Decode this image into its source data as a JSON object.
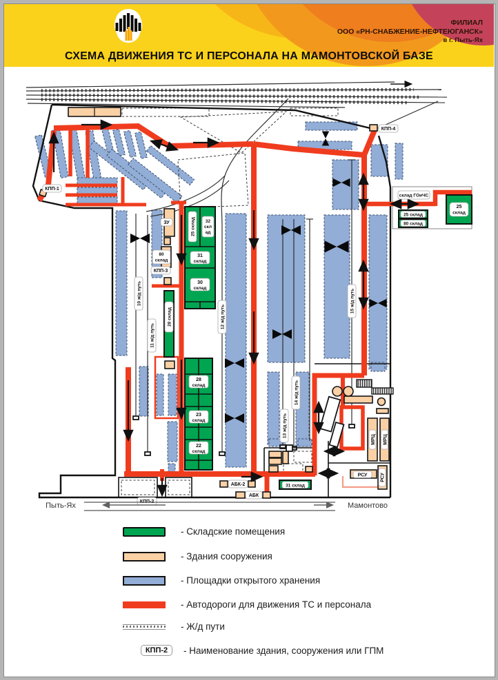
{
  "header": {
    "branch_line1": "ФИЛИАЛ",
    "branch_line2": "ООО «РН-СНАБЖЕНИЕ-НЕФТЕЮГАНСК»",
    "branch_line3": "в г. Пыть-Ях",
    "title": "СХЕМА ДВИЖЕНИЯ ТС И ПЕРСОНАЛА НА МАМОНТОВСКОЙ БАЗЕ",
    "logo": "rosneft-emblem"
  },
  "map": {
    "words": {
      "sklad": "склад"
    },
    "labels": {
      "kpp1": "КПП-1",
      "kpp2": "КПП-2",
      "kpp3": "КПП-3",
      "kpp4": "КПП-4",
      "zu": "ЗУ",
      "gochs": "склад ГОиЧС",
      "tag25": "25 склад",
      "tag80": "80 склад",
      "tag31": "31 склад",
      "w25_rot": "25 склад",
      "w28_rot": "28 склад",
      "w32_l1": "32",
      "w32_l2": "скл",
      "w32_l3": "ад",
      "n31": "31",
      "n30": "30",
      "n28": "28",
      "n23": "23",
      "n22": "22",
      "n25": "25",
      "n80": "80",
      "abk": "АБК",
      "abk2": "АБК-2",
      "rsu": "РСУ",
      "mrc": "МРЦ",
      "t10": "10 ж/д путь",
      "t11": "11 ж/д путь",
      "t12": "12 ж/д путь",
      "t13": "13 ж/д путь",
      "t14": "14 ж/д путь",
      "t15": "15 ж/д путь"
    },
    "directions": {
      "left_city": "Пыть-Ях",
      "right_city": "Мамонтово"
    }
  },
  "legend": {
    "items": [
      {
        "swatch": "green",
        "label": "- Складские помещения"
      },
      {
        "swatch": "peach",
        "label": "- Здания сооружения"
      },
      {
        "swatch": "blue",
        "label": "- Площадки открытого хранения"
      },
      {
        "swatch": "red-road",
        "label": "- Автодороги для движения ТС и персонала"
      },
      {
        "swatch": "rail",
        "label": "- Ж/д пути"
      },
      {
        "swatch": "name-badge",
        "badge": "КПП-2",
        "label": "- Наименование здания, сооружения или ГПМ"
      }
    ]
  },
  "colors": {
    "header_yellow": "#FBD21B",
    "header_orange": "#F2991D",
    "header_crimson": "#C4435A",
    "warehouse_green": "#00A551",
    "building_peach": "#FAD0A5",
    "storage_blue": "#92ADD6",
    "road_red": "#F03C1E"
  }
}
